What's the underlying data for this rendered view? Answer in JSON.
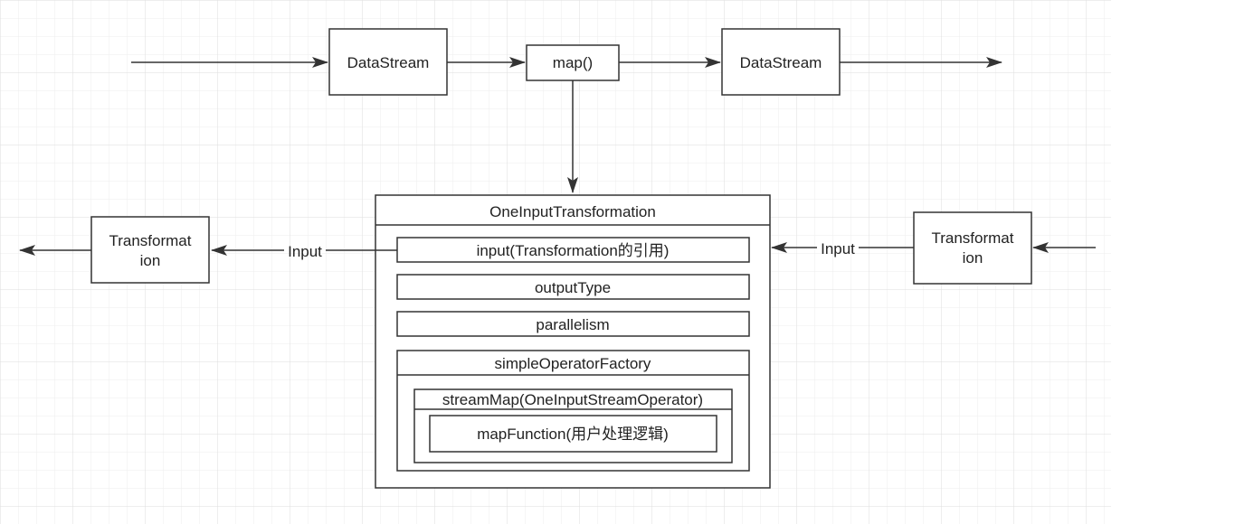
{
  "diagram": {
    "nodes": {
      "datastream_in": "DataStream",
      "map_op": "map()",
      "datastream_out": "DataStream",
      "transformation_left": [
        "Transformat",
        "ion"
      ],
      "transformation_right": [
        "Transformat",
        "ion"
      ],
      "one_input_transformation": {
        "title": "OneInputTransformation",
        "fields": {
          "input": "input(Transformation的引用)",
          "output_type": "outputType",
          "parallelism": "parallelism"
        },
        "operator_factory": {
          "title": "simpleOperatorFactory",
          "stream_map": {
            "title": "streamMap(OneInputStreamOperator)",
            "map_function": "mapFunction(用户处理逻辑)"
          }
        }
      }
    },
    "edges": {
      "left_input_label": "Input",
      "right_input_label": "Input"
    },
    "colors": {
      "stroke": "#333333",
      "grid": "#e8e8e8",
      "text": "#222222"
    }
  }
}
